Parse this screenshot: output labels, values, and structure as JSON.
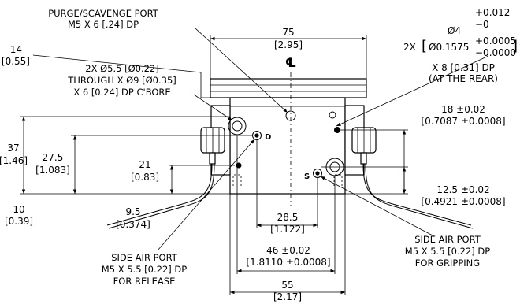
{
  "callouts": {
    "purge_port": {
      "line1": "PURGE/SCAVENGE PORT",
      "line2": "M5 X 6 [.24] DP"
    },
    "top_width": {
      "mm": "75",
      "inch": "[2.95]"
    },
    "centerline_symbol": "℄",
    "pin_hole": {
      "diameter": "Ø4",
      "tol_plus": "+0.012",
      "tol_minus": "−0",
      "count": "2X",
      "inch_diameter": "Ø0.1575",
      "inch_tol_plus": "+0.0005",
      "inch_tol_minus": "−0.0000",
      "depth_line1": "X 8 [0.31] DP",
      "depth_line2": "(AT THE REAR)"
    },
    "left_edge": {
      "mm": "14",
      "inch": "[0.55]"
    },
    "mount_holes": {
      "line1": "2X Ø5.5 [Ø0.22]",
      "line2": "THROUGH X Ø9 [Ø0.35]",
      "line3": "X 6 [0.24] DP C'BORE"
    },
    "pin_offset": {
      "mm": "18 ±0.02",
      "inch": "[0.7087 ±0.0008]"
    },
    "height_37": {
      "mm": "37",
      "inch": "[1.46]"
    },
    "height_27_5": {
      "mm": "27.5",
      "inch": "[1.083]"
    },
    "height_21": {
      "mm": "21",
      "inch": "[0.83]"
    },
    "height_10": {
      "mm": "10",
      "inch": "[0.39]"
    },
    "height_9_5": {
      "mm": "9.5",
      "inch": "[0.374]"
    },
    "width_28_5": {
      "mm": "28.5",
      "inch": "[1.122]"
    },
    "height_12_5": {
      "mm": "12.5 ±0.02",
      "inch": "[0.4921 ±0.0008]"
    },
    "width_46": {
      "mm": "46 ±0.02",
      "inch": "[1.8110 ±0.0008]"
    },
    "width_55": {
      "mm": "55",
      "inch": "[2.17]"
    },
    "release_port": {
      "line1": "SIDE AIR PORT",
      "line2": "M5 X 5.5 [0.22] DP",
      "line3": "FOR RELEASE"
    },
    "gripping_port": {
      "line1": "SIDE AIR PORT",
      "line2": "M5 X 5.5 [0.22] DP",
      "line3": "FOR GRIPPING"
    },
    "port_labels": {
      "d": "D",
      "s": "S"
    }
  }
}
